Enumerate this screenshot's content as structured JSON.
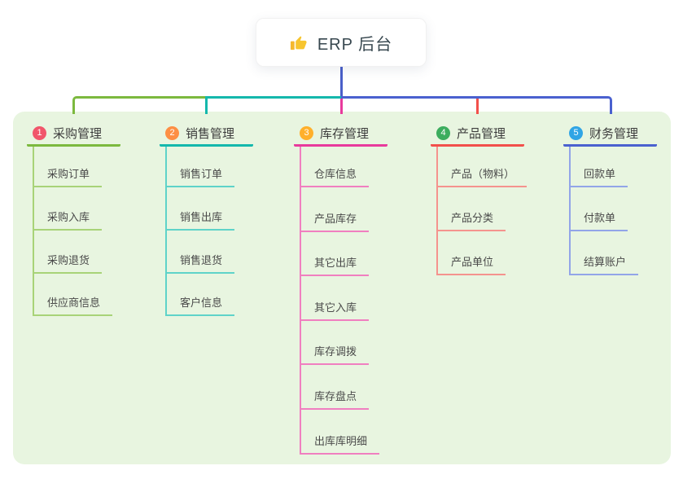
{
  "root": {
    "label": "ERP 后台",
    "icon": "thumbs-up-icon",
    "line_color": "#4a5fc9"
  },
  "panel": {
    "bg": "#e8f5e0"
  },
  "branches": [
    {
      "index": "1",
      "label": "采购管理",
      "badge_color": "#f1566b",
      "line_color": "#7cb93e",
      "child_line_color": "#a8d378",
      "children": [
        "采购订单",
        "采购入库",
        "采购退货",
        "供应商信息"
      ]
    },
    {
      "index": "2",
      "label": "销售管理",
      "badge_color": "#fd8f44",
      "line_color": "#14b8ac",
      "child_line_color": "#5fd3c9",
      "children": [
        "销售订单",
        "销售出库",
        "销售退货",
        "客户信息"
      ]
    },
    {
      "index": "3",
      "label": "库存管理",
      "badge_color": "#ffb02b",
      "line_color": "#e83a9c",
      "child_line_color": "#f07fc0",
      "children": [
        "仓库信息",
        "产品库存",
        "其它出库",
        "其它入库",
        "库存调拨",
        "库存盘点",
        "出库库明细"
      ]
    },
    {
      "index": "4",
      "label": "产品管理",
      "badge_color": "#3cad5e",
      "line_color": "#f2504b",
      "child_line_color": "#f5938e",
      "children": [
        "产品（物料）",
        "产品分类",
        "产品单位"
      ]
    },
    {
      "index": "5",
      "label": "财务管理",
      "badge_color": "#30a5e5",
      "line_color": "#4a61cf",
      "child_line_color": "#92a5e8",
      "children": [
        "回款单",
        "付款单",
        "结算账户"
      ]
    }
  ]
}
